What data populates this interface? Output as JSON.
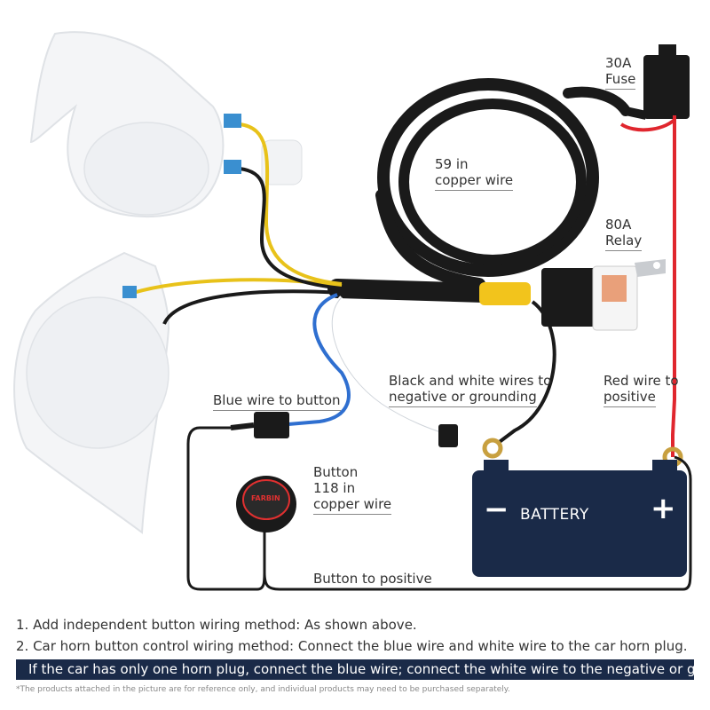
{
  "labels": {
    "fuse_amp": "30A",
    "fuse": "Fuse",
    "copper_wire_len": "59 in",
    "copper_wire": "copper wire",
    "relay_amp": "80A",
    "relay": "Relay",
    "black_white_line1": "Black and white wires to",
    "black_white_line2": "negative or grounding",
    "red_line1": "Red wire to",
    "red_line2": "positive",
    "blue_wire": "Blue wire to button",
    "button_line1": "Button",
    "button_line2": "118 in",
    "button_line3": "copper wire",
    "button_to_positive": "Button to positive",
    "battery": "BATTERY",
    "battery_minus": "−",
    "battery_plus": "+",
    "button_brand": "FARBIN"
  },
  "notes": {
    "note1": "1. Add independent button wiring method: As shown above.",
    "note2": "2. Car horn button control wiring method: Connect the blue wire and white wire to the car horn plug.",
    "note3": "If the car has only one horn plug, connect the blue wire; connect the white wire to the negative or ground.",
    "disclaimer": "*The products attached in the picture are for reference only, and individual products may need to be purchased separately."
  },
  "colors": {
    "battery": "#1a2a48",
    "red_wire": "#e0262e",
    "blue_wire": "#2f6fd0",
    "yellow_wire": "#e8c21a",
    "black_wire": "#1a1a1a",
    "note_highlight": "#1a2a48"
  }
}
